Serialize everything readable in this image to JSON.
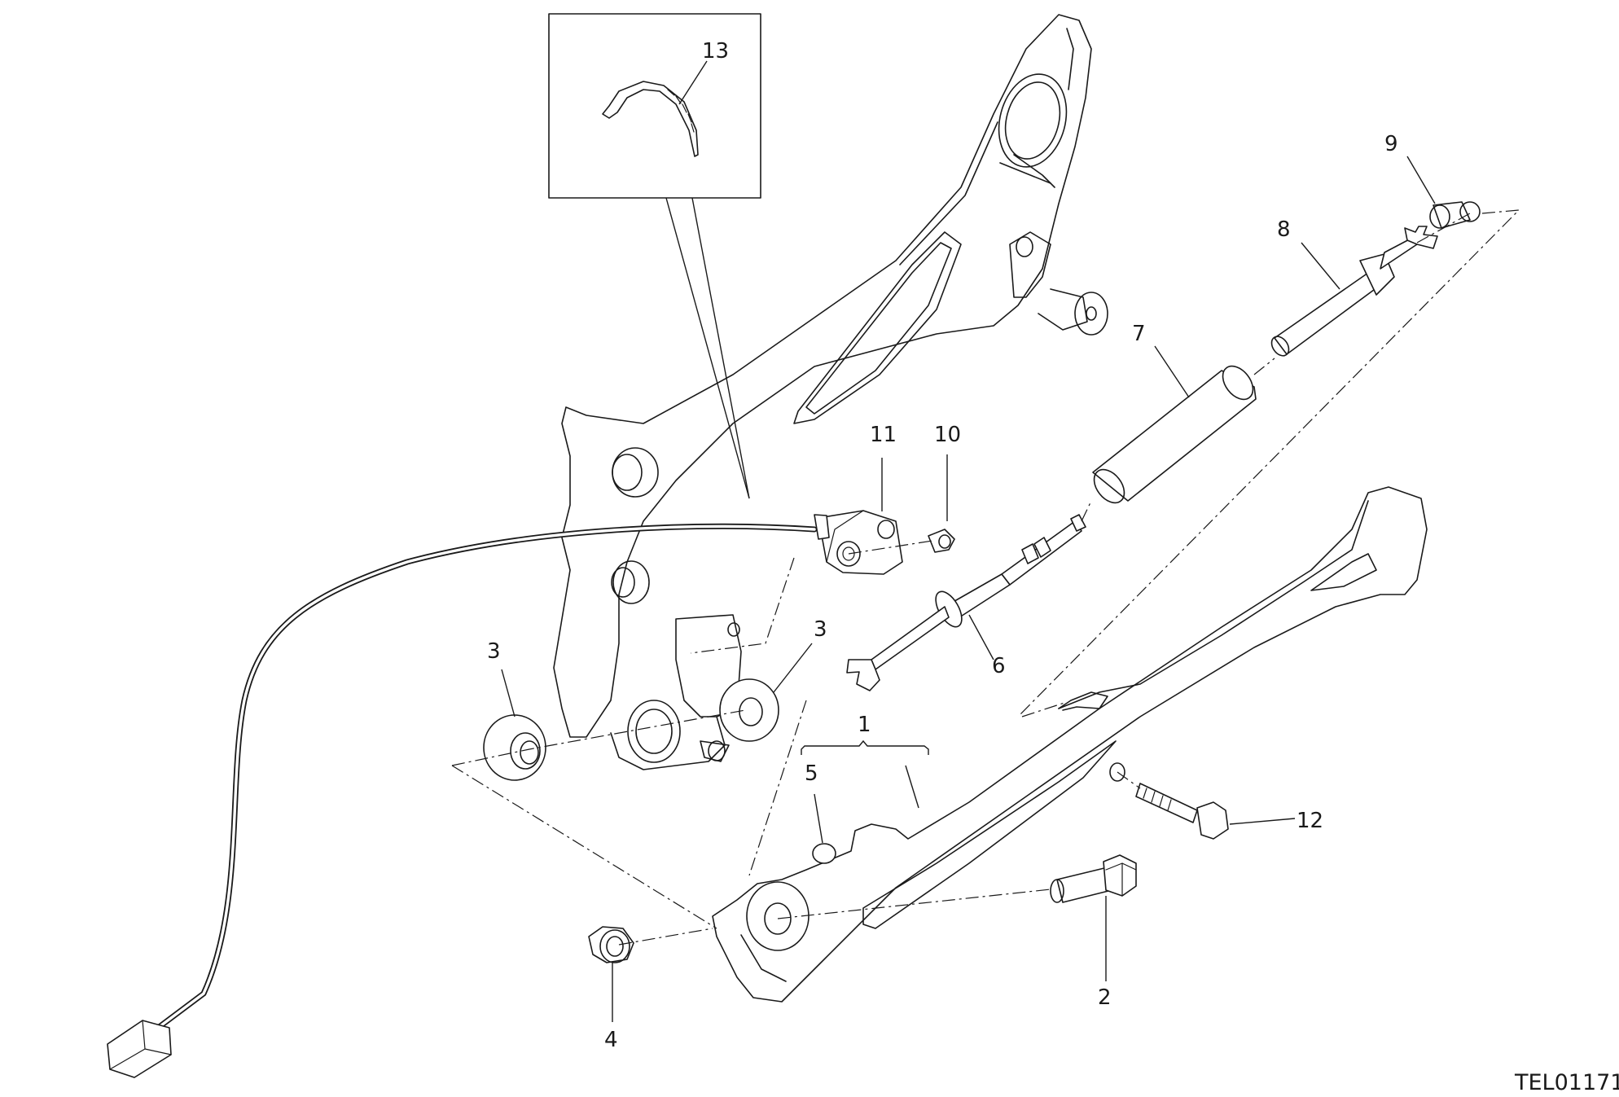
{
  "drawing_code": "TEL01171",
  "callouts": {
    "c1": "1",
    "c2": "2",
    "c3a": "3",
    "c3b": "3",
    "c4": "4",
    "c5": "5",
    "c6": "6",
    "c7": "7",
    "c8": "8",
    "c9": "9",
    "c10": "10",
    "c11": "11",
    "c12": "12",
    "c13": "13"
  }
}
